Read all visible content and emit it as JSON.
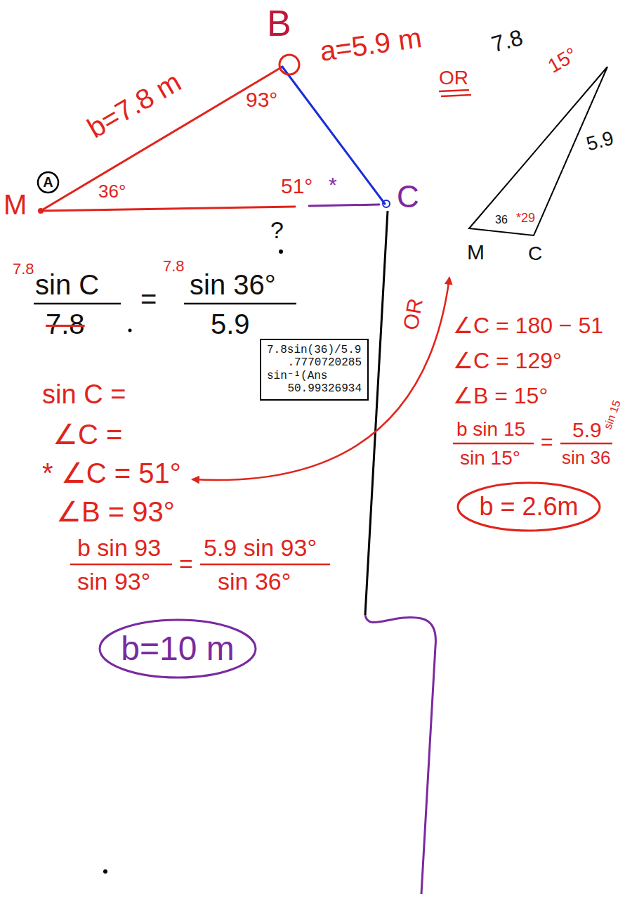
{
  "diagram": {
    "nodes": [
      {
        "text": [
          "A"
        ]
      },
      {
        "text": [
          "7.8sin(36)/5.9",
          ".7770720285",
          "sin⁻¹(Ans",
          "50.99326934"
        ]
      },
      {
        "text": [
          "b=10 m"
        ]
      },
      {
        "text": [
          "b = 2.6m"
        ]
      }
    ],
    "labels": [
      "B",
      "93°",
      "b=7.8 m",
      "a=5.9 m",
      "OR",
      "7.8",
      "15°",
      "5.9",
      "36",
      "*29",
      "M",
      "C",
      "M",
      "36°",
      "51°",
      "*",
      "C",
      "?",
      "7.8",
      "sin C",
      "7.8",
      "=",
      "7.8",
      "sin 36°",
      "5.9",
      "sin C =",
      "∠C =",
      "* ∠C = 51°",
      "∠B = 93°",
      "b sin 93",
      "sin 93°",
      "=",
      "5.9 sin 93°",
      "sin 36°",
      "OR",
      "∠C = 180 − 51",
      "∠C = 129°",
      "∠B = 15°",
      "b sin 15",
      "sin 15°",
      "=",
      "5.9",
      "sin 36",
      "sin 15"
    ]
  }
}
